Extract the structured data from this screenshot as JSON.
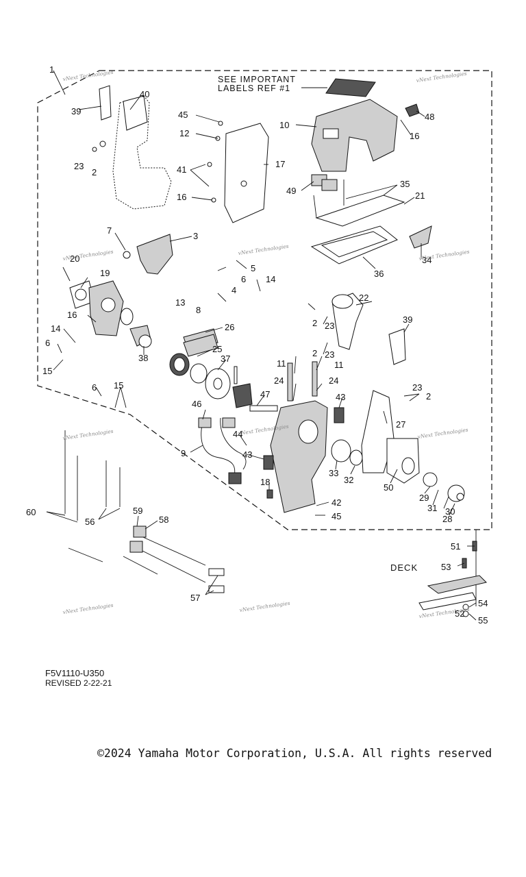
{
  "header_note": [
    "SEE IMPORTANT",
    "LABELS REF #1"
  ],
  "deck_label": "DECK",
  "watermark": "vNext Technologies",
  "drawing_code": "F5V1110-U350",
  "revision": "REVISED 2-22-21",
  "copyright": "©2024 Yamaha Motor Corporation, U.S.A. All rights reserved",
  "callouts": [
    "1",
    "2",
    "2",
    "2",
    "2",
    "3",
    "4",
    "5",
    "6",
    "6",
    "6",
    "7",
    "8",
    "9",
    "10",
    "11",
    "11",
    "12",
    "13",
    "14",
    "14",
    "15",
    "15",
    "16",
    "16",
    "16",
    "17",
    "18",
    "19",
    "20",
    "21",
    "22",
    "23",
    "23",
    "23",
    "23",
    "24",
    "24",
    "25",
    "26",
    "27",
    "28",
    "29",
    "30",
    "31",
    "32",
    "33",
    "34",
    "35",
    "36",
    "37",
    "38",
    "39",
    "39",
    "40",
    "41",
    "42",
    "43",
    "43",
    "44",
    "45",
    "45",
    "46",
    "47",
    "48",
    "49",
    "50",
    "51",
    "52",
    "53",
    "54",
    "55",
    "56",
    "57",
    "58",
    "59",
    "60"
  ],
  "colors": {
    "line": "#111111",
    "watermark": "#8a8a8a",
    "background": "#ffffff"
  }
}
